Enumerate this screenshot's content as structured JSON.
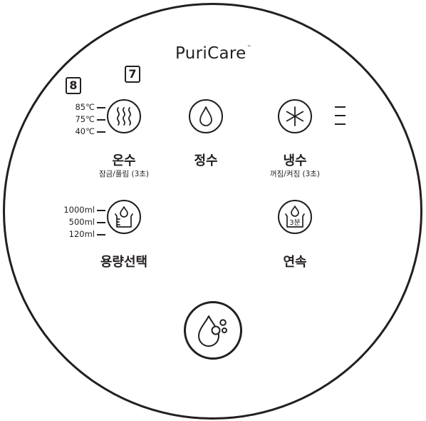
{
  "brand": {
    "name": "PuriCare",
    "trademark": "™"
  },
  "markers": {
    "left": "8",
    "right": "7"
  },
  "hot_water": {
    "label": "온수",
    "sublabel": "잠금/풀림 (3초)",
    "temperatures": [
      "85℃",
      "75℃",
      "40℃"
    ],
    "icon": "steam-waves-icon"
  },
  "purified_water": {
    "label": "정수",
    "icon": "water-drop-icon"
  },
  "cold_water": {
    "label": "냉수",
    "sublabel": "꺼짐/켜짐 (3초)",
    "level_bars": 3,
    "icon": "snowflake-icon"
  },
  "volume": {
    "label": "용량선택",
    "options": [
      "1000ml",
      "500ml",
      "120ml"
    ],
    "icon": "measuring-cup-icon"
  },
  "continuous": {
    "label": "연속",
    "icon_text": "3분",
    "icon": "cup-timer-icon"
  },
  "dispense": {
    "icon": "drop-with-bubbles-icon"
  },
  "colors": {
    "ink": "#231f20",
    "background": "#ffffff"
  }
}
